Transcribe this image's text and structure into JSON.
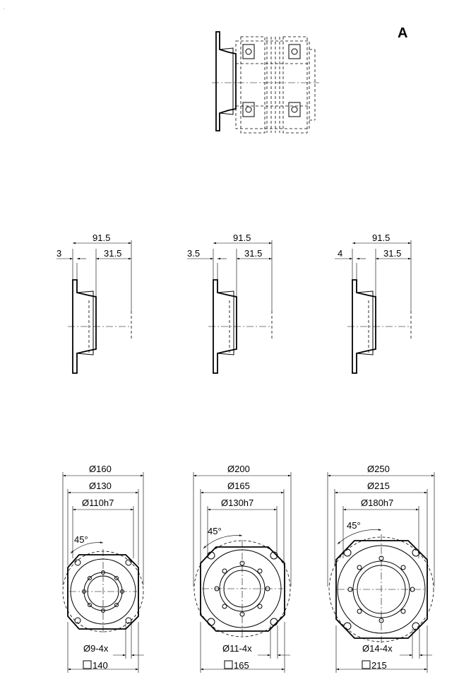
{
  "view_label": "A",
  "profiles": [
    {
      "overall": "91.5",
      "flange": "3",
      "offset": "31.5"
    },
    {
      "overall": "91.5",
      "flange": "3.5",
      "offset": "31.5"
    },
    {
      "overall": "91.5",
      "flange": "4",
      "offset": "31.5"
    }
  ],
  "flanges": [
    {
      "outer_dia": "Ø160",
      "bolt_circle": "Ø130",
      "pilot": "Ø110h7",
      "angle": "45°",
      "holes": "Ø9-4x",
      "square": "140"
    },
    {
      "outer_dia": "Ø200",
      "bolt_circle": "Ø165",
      "pilot": "Ø130h7",
      "angle": "45°",
      "holes": "Ø11-4x",
      "square": "165"
    },
    {
      "outer_dia": "Ø250",
      "bolt_circle": "Ø215",
      "pilot": "Ø180h7",
      "angle": "45°",
      "holes": "Ø14-4x",
      "square": "215"
    }
  ]
}
